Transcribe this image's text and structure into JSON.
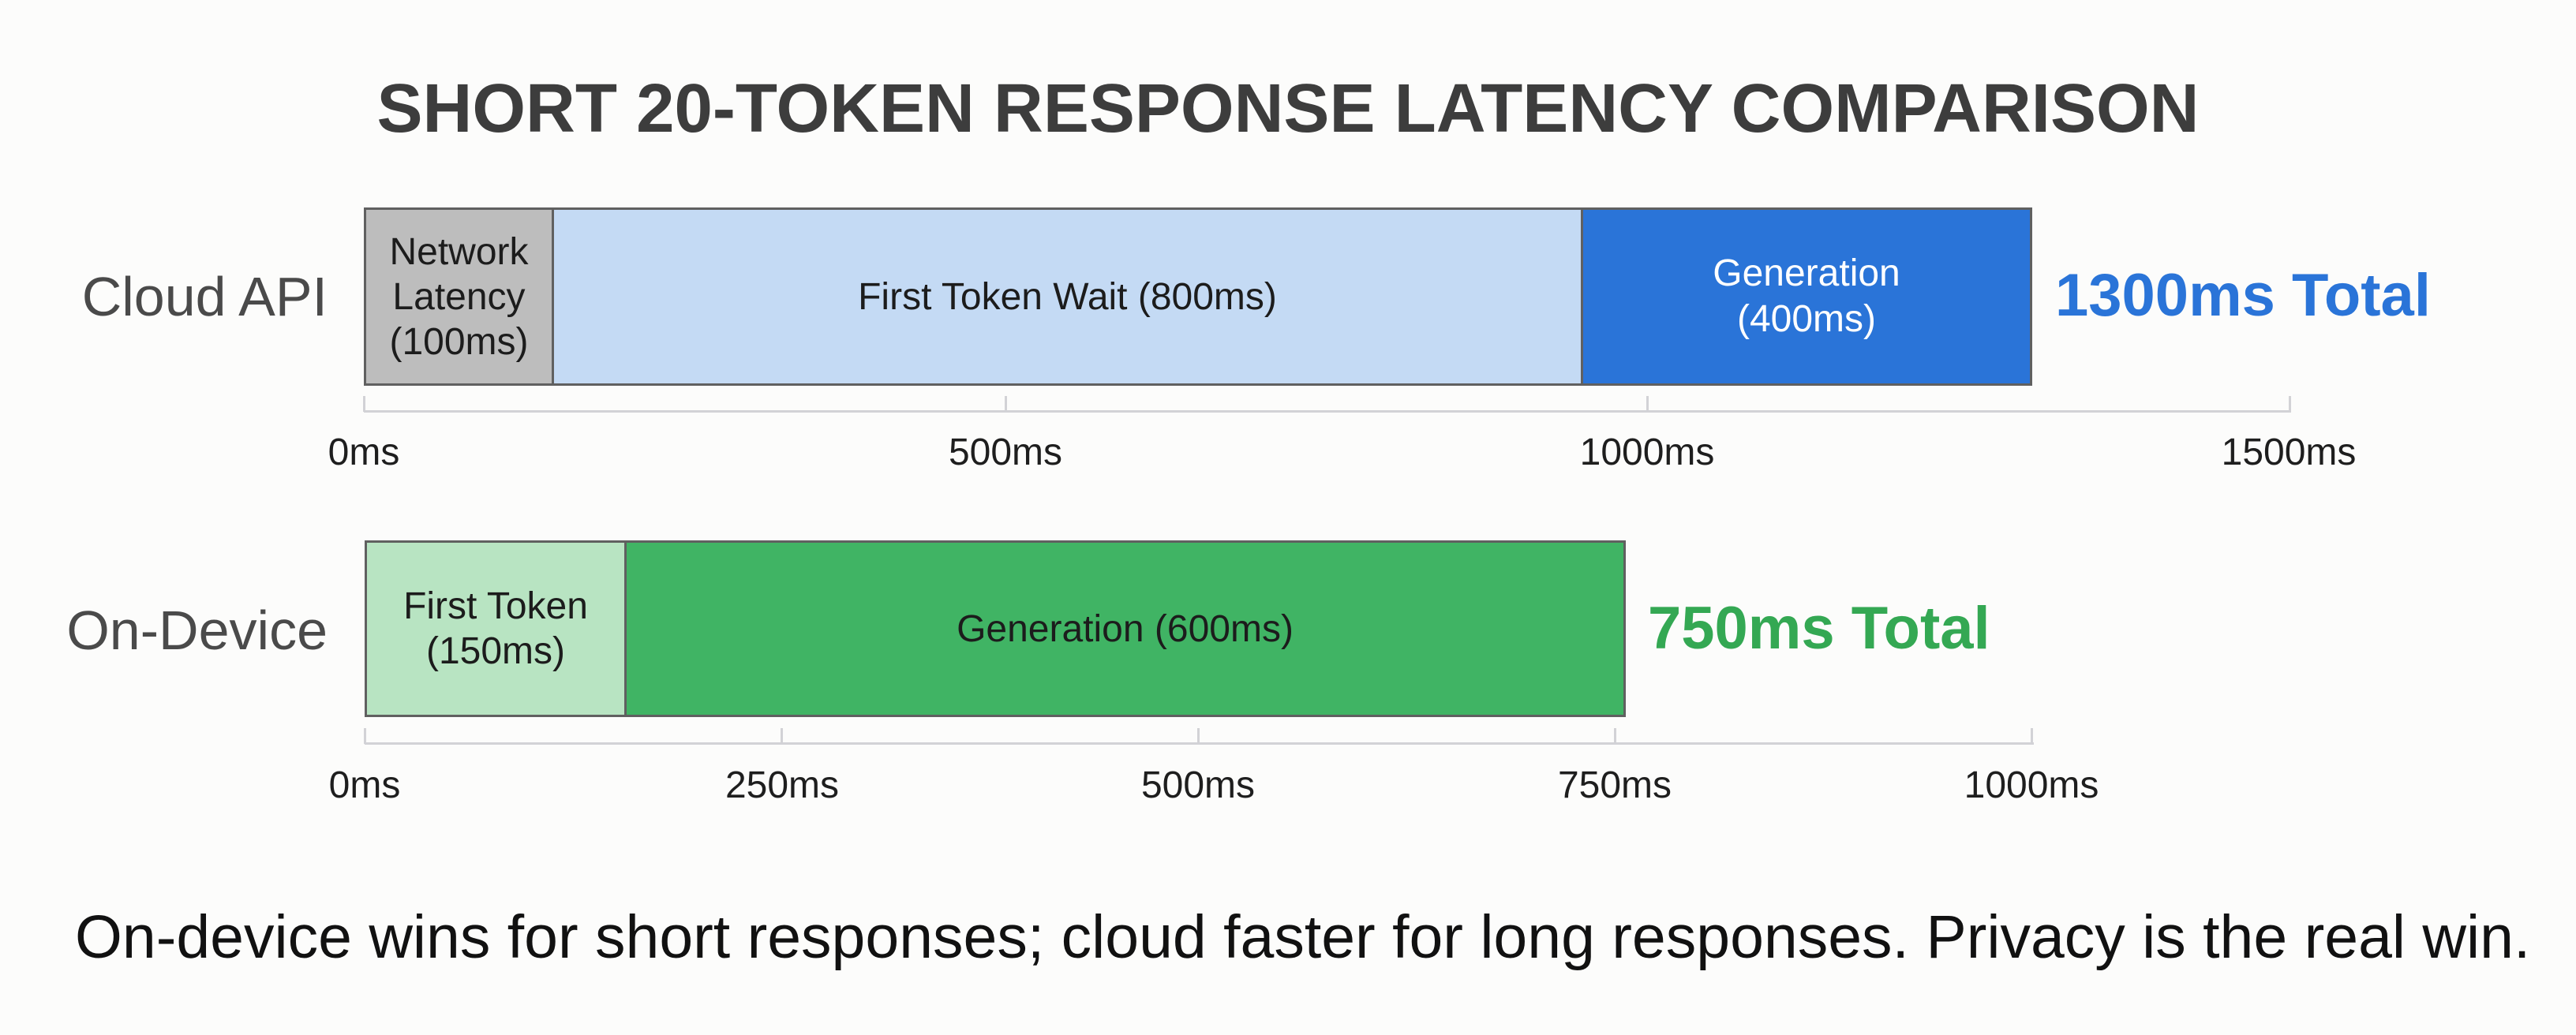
{
  "title": "SHORT 20-TOKEN RESPONSE LATENCY COMPARISON",
  "caption": "On-device wins for short responses; cloud faster for long responses. Privacy is the real win.",
  "colors": {
    "network_latency": "#bdbdbd",
    "first_token_wait": "#c4daf4",
    "cloud_generation": "#2a74d8",
    "cloud_total": "#2a74d8",
    "first_token_device": "#b8e4c2",
    "device_generation": "#40b464",
    "device_total": "#34a853",
    "bar_border": "#606060",
    "axis": "#d2d2d6"
  },
  "rows": [
    {
      "label": "Cloud API",
      "segments": [
        {
          "line1": "Network",
          "line2": "Latency",
          "line3": "(100ms)"
        },
        {
          "line1": "First Token Wait (800ms)"
        },
        {
          "line1": "Generation",
          "line2": "(400ms)"
        }
      ],
      "total": "1300ms Total",
      "ticks": [
        "0ms",
        "500ms",
        "1000ms",
        "1500ms"
      ]
    },
    {
      "label": "On-Device",
      "segments": [
        {
          "line1": "First Token",
          "line2": "(150ms)"
        },
        {
          "line1": "Generation (600ms)"
        }
      ],
      "total": "750ms Total",
      "ticks": [
        "0ms",
        "250ms",
        "500ms",
        "750ms",
        "1000ms"
      ]
    }
  ],
  "chart_data": {
    "type": "bar",
    "orientation": "horizontal",
    "stacked": true,
    "title": "SHORT 20-TOKEN RESPONSE LATENCY COMPARISON",
    "categories": [
      "Cloud API",
      "On-Device"
    ],
    "series": [
      {
        "name": "Network Latency",
        "values": [
          100,
          0
        ],
        "color": "#bdbdbd"
      },
      {
        "name": "First Token Wait / First Token",
        "values": [
          800,
          150
        ],
        "color_cloud": "#c4daf4",
        "color_device": "#b8e4c2"
      },
      {
        "name": "Generation",
        "values": [
          400,
          600
        ],
        "color_cloud": "#2a74d8",
        "color_device": "#40b464"
      }
    ],
    "totals": {
      "Cloud API": 1300,
      "On-Device": 750
    },
    "total_labels": [
      "1300ms Total",
      "750ms Total"
    ],
    "axes": [
      {
        "row": "Cloud API",
        "xlim": [
          0,
          1500
        ],
        "ticks": [
          0,
          500,
          1000,
          1500
        ],
        "tick_labels": [
          "0ms",
          "500ms",
          "1000ms",
          "1500ms"
        ]
      },
      {
        "row": "On-Device",
        "xlim": [
          0,
          1000
        ],
        "ticks": [
          0,
          250,
          500,
          750,
          1000
        ],
        "tick_labels": [
          "0ms",
          "250ms",
          "500ms",
          "750ms",
          "1000ms"
        ]
      }
    ],
    "xlabel": "",
    "ylabel": "",
    "grid": false,
    "legend": "none",
    "annotation": "On-device wins for short responses; cloud faster for long responses. Privacy is the real win."
  }
}
